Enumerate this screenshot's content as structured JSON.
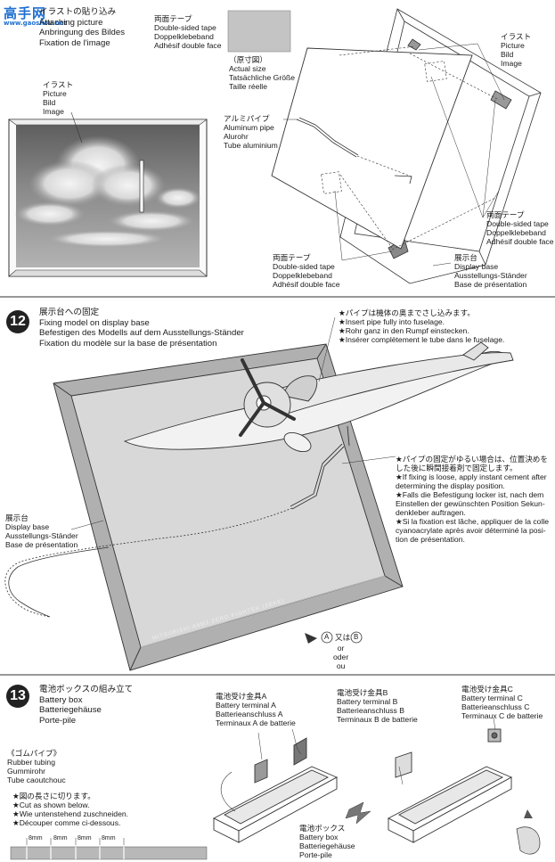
{
  "watermark": {
    "logo": "高手网",
    "url": "www.gaoshou.net"
  },
  "step11": {
    "title": [
      "イラストの貼り込み",
      "Attaching picture",
      "Anbringung des Bildes",
      "Fixation de l'image"
    ],
    "picture_left": [
      "イラスト",
      "Picture",
      "Bild",
      "Image"
    ],
    "tape_swatch": [
      "両面テープ",
      "Double-sided tape",
      "Doppelklebeband",
      "Adhésif double face"
    ],
    "actual_size": [
      "（原寸図）",
      "Actual size",
      "Tatsächliche Größe",
      "Taille réelle"
    ],
    "aluminum_pipe": [
      "アルミパイプ",
      "Aluminum pipe",
      "Alurohr",
      "Tube aluminium"
    ],
    "picture_right": [
      "イラスト",
      "Picture",
      "Bild",
      "Image"
    ],
    "tape_right": [
      "両面テープ",
      "Double-sided tape",
      "Doppelklebeband",
      "Adhésif double face"
    ],
    "tape_bottom": [
      "両面テープ",
      "Double-sided tape",
      "Doppelklebeband",
      "Adhésif double face"
    ],
    "display_base": [
      "展示台",
      "Display base",
      "Ausstellungs-Ständer",
      "Base de présentation"
    ]
  },
  "step12": {
    "number": "12",
    "title": [
      "展示台への固定",
      "Fixing model on display base",
      "Befestigen des Modells auf dem Ausstellungs-Ständer",
      "Fixation du modèle sur la base de présentation"
    ],
    "note_insert": [
      "★パイプは機体の奥までさし込みます。",
      "★Insert pipe fully into fuselage.",
      "★Rohr ganz in den Rumpf einstecken.",
      "★Insérer complètement le tube dans le fuselage."
    ],
    "note_loose": [
      "★パイプの固定がゆるい場合は、位置決めを",
      "した後に瞬間接着剤で固定します。",
      "★If fixing is loose, apply instant cement after",
      "determining the display position.",
      "★Falls die Befestigung locker ist, nach dem",
      "Einstellen der gewünschten Position Sekun-",
      "denkleber auftragen.",
      "★Si la fixation est lâche, appliquer de la colle",
      "cyanoacrylate après avoir déterminé la posi-",
      "tion de présentation."
    ],
    "display_base": [
      "展示台",
      "Display base",
      "Ausstellungs-Ständer",
      "Base de présentation"
    ],
    "plate_text": "MITSUBISHI A6M2 ZERO FIGHTER (ZEKE)",
    "or_a": "A",
    "or_mata": "又は",
    "or_b": "B",
    "or_words": [
      "or",
      "oder",
      "ou"
    ]
  },
  "step13": {
    "number": "13",
    "title": [
      "電池ボックスの組み立て",
      "Battery box",
      "Batteriegehäuse",
      "Porte-pile"
    ],
    "rubber": [
      "《ゴムパイプ》",
      "Rubber tubing",
      "Gummirohr",
      "Tube caoutchouc"
    ],
    "cut_notes": [
      "★図の長さに切ります。",
      "★Cut as shown below.",
      "★Wie untenstehend zuschneiden.",
      "★Découper comme ci-dessous."
    ],
    "cut_segments": [
      "8mm",
      "8mm",
      "8mm",
      "8mm"
    ],
    "terminal_a": [
      "電池受け金具A",
      "Battery terminal A",
      "Batterieanschluss A",
      "Terminaux A de batterie"
    ],
    "terminal_b": [
      "電池受け金具B",
      "Battery terminal B",
      "Batterieanschluss B",
      "Terminaux B de batterie"
    ],
    "terminal_c": [
      "電池受け金具C",
      "Battery terminal C",
      "Batterieanschluss C",
      "Terminaux C de batterie"
    ],
    "battery_box": [
      "電池ボックス",
      "Battery box",
      "Batteriegehäuse",
      "Porte-pile"
    ]
  }
}
